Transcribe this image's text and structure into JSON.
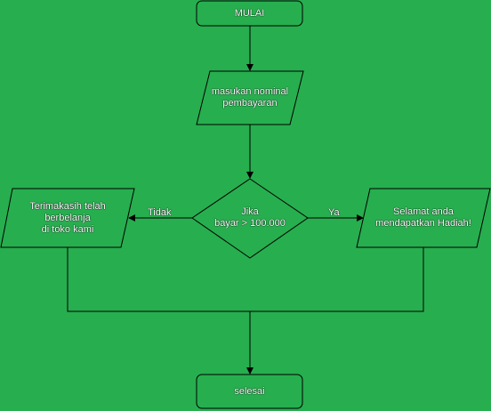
{
  "diagram": {
    "start_label": "MULAI",
    "input_label": "masukan nominal\npembayaran",
    "decision_label": "Jika\nbayar > 100.000",
    "no_branch_label": "Tidak",
    "yes_branch_label": "Ya",
    "no_output_label": "Terimakasih telah\nberbelanja\ndi toko kami",
    "yes_output_label": "Selamat anda\nmendapatkan Hadiah!",
    "end_label": "selesai"
  },
  "colors": {
    "background": "#27ae4f",
    "stroke": "#000000",
    "text": "#ffffff"
  }
}
